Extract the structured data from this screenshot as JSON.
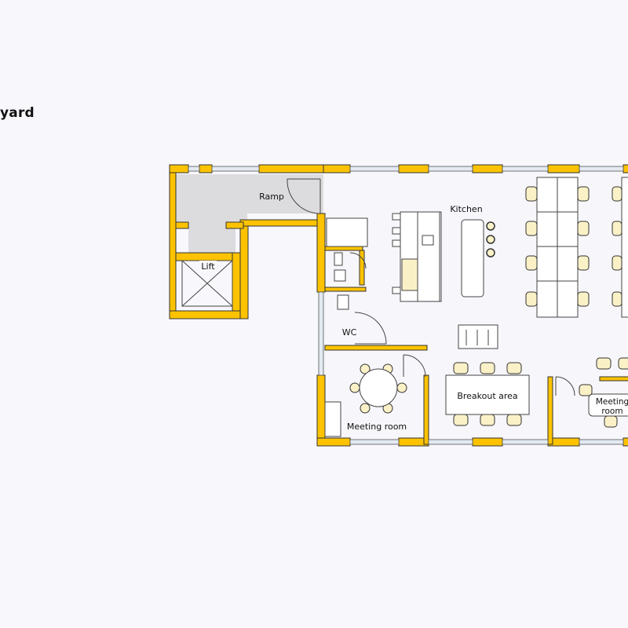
{
  "header": {
    "title": "yard"
  },
  "colors": {
    "wall": "#fdc300",
    "wall_stroke": "#333333",
    "floor": "#f7f6fa",
    "ramp_floor": "#dcdcde",
    "chair": "#fbf1c7",
    "window": "#e3eaf2",
    "line": "#444444"
  },
  "rooms": {
    "ramp": "Ramp",
    "lift": "Lift",
    "kitchen": "Kitchen",
    "wc": "WC",
    "meeting_room_1": "Meeting room",
    "breakout": "Breakout area",
    "meeting_room_2_line1": "Meeting",
    "meeting_room_2_line2": "room"
  },
  "icons": [
    "lift-shaft-icon",
    "door-swing-icon",
    "toilet-icon",
    "sink-icon",
    "hob-icon",
    "chair-icon",
    "table-icon"
  ]
}
